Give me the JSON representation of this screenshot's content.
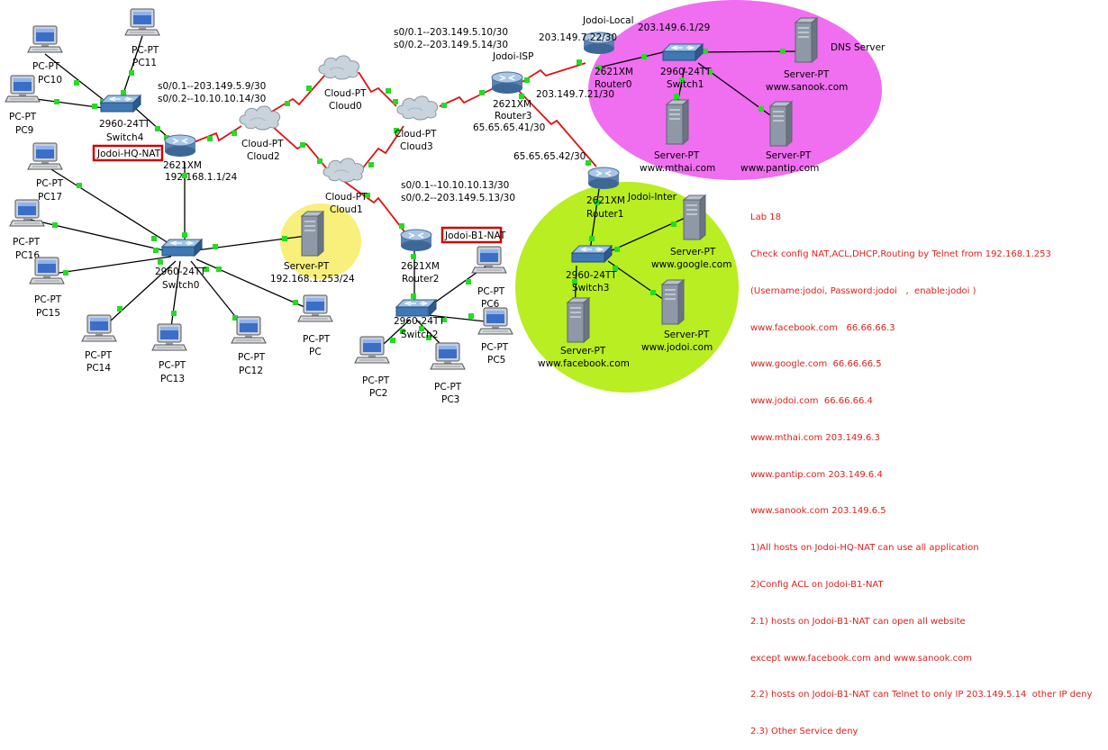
{
  "devices": {
    "pc10": {
      "type": "PC-PT",
      "name": "PC10"
    },
    "pc11": {
      "type": "PC-PT",
      "name": "PC11"
    },
    "pc9": {
      "type": "PC-PT",
      "name": "PC9"
    },
    "pc17": {
      "type": "PC-PT",
      "name": "PC17"
    },
    "pc16": {
      "type": "PC-PT",
      "name": "PC16"
    },
    "pc15": {
      "type": "PC-PT",
      "name": "PC15"
    },
    "pc14": {
      "type": "PC-PT",
      "name": "PC14"
    },
    "pc13": {
      "type": "PC-PT",
      "name": "PC13"
    },
    "pc12": {
      "type": "PC-PT",
      "name": "PC12"
    },
    "pc": {
      "type": "PC-PT",
      "name": "PC"
    },
    "pc6": {
      "type": "PC-PT",
      "name": "PC6"
    },
    "pc5": {
      "type": "PC-PT",
      "name": "PC5"
    },
    "pc2": {
      "type": "PC-PT",
      "name": "PC2"
    },
    "pc3": {
      "type": "PC-PT",
      "name": "PC3"
    },
    "switch4": {
      "type": "2960-24TT",
      "name": "Switch4"
    },
    "switch0": {
      "type": "2960-24TT",
      "name": "Switch0"
    },
    "switch2": {
      "type": "2960-24TT",
      "name": "Switch2"
    },
    "switch1": {
      "type": "2960-24TT",
      "name": "Switch1"
    },
    "switch3": {
      "type": "2960-24TT",
      "name": "Switch3"
    },
    "router_hq": {
      "type": "2621XM",
      "ip": "192.168.1.1/24",
      "tag": "Jodoi-HQ-NAT"
    },
    "router2": {
      "type": "2621XM",
      "name": "Router2",
      "tag": "Jodoi-B1-NAT"
    },
    "router3": {
      "type": "2621XM",
      "name": "Router3",
      "tag": "Jodoi-ISP"
    },
    "router0": {
      "type": "2621XM",
      "name": "Router0",
      "tag": "Jodoi-Local"
    },
    "router1": {
      "type": "2621XM",
      "name": "Router1",
      "tag": "Jodoi-Inter"
    },
    "cloud0": {
      "type": "Cloud-PT",
      "name": "Cloud0"
    },
    "cloud1": {
      "type": "Cloud-PT",
      "name": "Cloud1"
    },
    "cloud2": {
      "type": "Cloud-PT",
      "name": "Cloud2"
    },
    "cloud3": {
      "type": "Cloud-PT",
      "name": "Cloud3"
    },
    "server_local": {
      "type": "Server-PT",
      "name": "192.168.1.253/24"
    },
    "server_sanook": {
      "type": "Server-PT",
      "name": "www.sanook.com",
      "tag": "DNS Server"
    },
    "server_mthai": {
      "type": "Server-PT",
      "name": "www.mthai.com"
    },
    "server_pantip": {
      "type": "Server-PT",
      "name": "www.pantip.com"
    },
    "server_google": {
      "type": "Server-PT",
      "name": "www.google.com"
    },
    "server_jodoi": {
      "type": "Server-PT",
      "name": "www.jodoi.com"
    },
    "server_facebook": {
      "type": "Server-PT",
      "name": "www.facebook.com"
    }
  },
  "addresses": {
    "hq_s01": "s0/0.1--203.149.5.9/30",
    "hq_s02": "s0/0.2--10.10.10.14/30",
    "isp_s01": "s0/0.1--203.149.5.10/30",
    "isp_s02": "s0/0.2--203.149.5.14/30",
    "b1_s01": "s0/0.1--10.10.10.13/30",
    "b1_s02": "s0/0.2--203.149.5.13/30",
    "local_wan": "203.149.7.22/30",
    "local_lan": "203.149.6.1/29",
    "isp_local": "203.149.7.21/30",
    "isp_inter": "65.65.65.41/30",
    "inter_wan": "65.65.65.42/30"
  },
  "notes": [
    "Lab 18",
    "Check config NAT,ACL,DHCP,Routing by Telnet from 192.168.1.253",
    "(Username:jodoi, Password:jodoi   ,  enable:jodoi )",
    "www.facebook.com   66.66.66.3",
    "www.google.com  66.66.66.5",
    "www.jodoi.com  66.66.66.4",
    "www.mthai.com 203.149.6.3",
    "www.pantip.com 203.149.6.4",
    "www.sanook.com 203.149.6.5",
    "1)All hosts on Jodoi-HQ-NAT can use all application",
    "2)Config ACL on Jodoi-B1-NAT",
    "2.1) hosts on Jodoi-B1-NAT can open all website",
    "except www.facebook.com and www.sanook.com",
    "2.2) hosts on Jodoi-B1-NAT can Telnet to only IP 203.149.5.14  other IP deny",
    "2.3) Other Service deny"
  ],
  "colors": {
    "lan_link": "#000000",
    "wan_link": "#e01010",
    "port_dot": "#22dd22",
    "zone_magenta": "#f06ef0",
    "zone_lime": "#b8ee22",
    "zone_yellow": "#f8f07a",
    "note_text": "#e0201a"
  }
}
